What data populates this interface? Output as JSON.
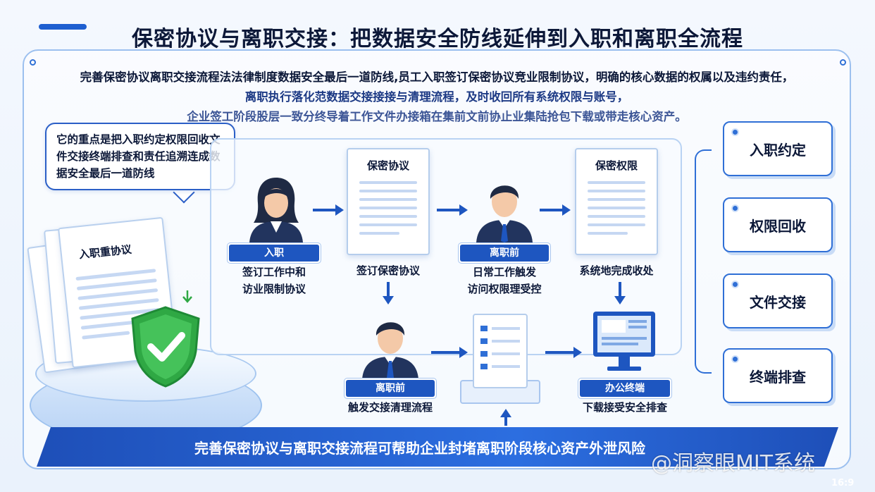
{
  "title": "保密协议与离职交接：把数据安全防线延伸到入职和离职全流程",
  "intro": {
    "line1": "完善保密协议离职交接流程法法律制度数据安全最后一道防线,员工入职签订保密协议竞业限制协议，明确的核心数据的权属以及违约责任，",
    "line2": "离职执行落化范数据交接接接与清理流程，及时收回所有系统权限与账号，",
    "line3": "企业签工阶段股层一致分终导着工作文件办接箱在集前文前协止业集陆抢包下载或带走核心资产。"
  },
  "bubble": {
    "text": "它的重点是把入职约定权限回收文件交接终端排查和责任追溯连成数据安全最后一道防线"
  },
  "left_document": {
    "title": "入职重协议"
  },
  "flow": {
    "step1": {
      "tag": "入职",
      "caption_line1": "签订工作中和",
      "caption_line2": "访业限制协议"
    },
    "doc1": {
      "title": "保密协议",
      "caption": "签订保密协议"
    },
    "step2": {
      "tag": "离职前",
      "caption_line1": "日常工作触发",
      "caption_line2": "访问权限理受控"
    },
    "doc2": {
      "title": "保密权限",
      "caption": "系统地完成收处"
    },
    "step3": {
      "tag": "离职前",
      "caption": "触发交接清理流程"
    },
    "terminal": {
      "tag": "办公终端",
      "caption": "下载接受安全排查"
    }
  },
  "side_buttons": [
    "入职约定",
    "权限回收",
    "文件交接",
    "终端排查"
  ],
  "banner": {
    "text": "完善保密协议与离职交接流程可帮助企业封堵离职阶段核心资产外泄风险"
  },
  "watermark": "@洞察眼MIT系统",
  "aspect_label": "16:9",
  "colors": {
    "primary": "#1e56c0",
    "frame": "#9cc0ef",
    "shield": "#3bb54a",
    "text": "#0c1838"
  }
}
